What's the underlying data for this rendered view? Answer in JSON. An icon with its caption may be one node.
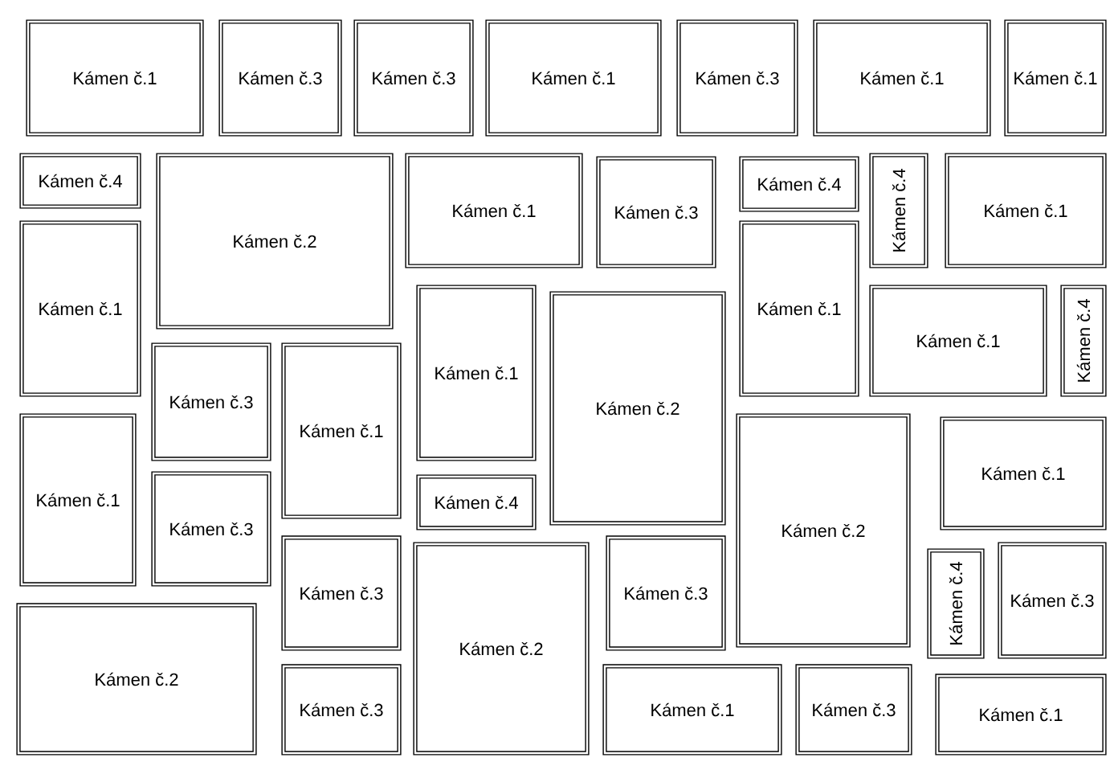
{
  "diagram": {
    "nodes": [
      {
        "text": [
          "Kámen č.1"
        ]
      },
      {
        "text": [
          "Kámen č.3"
        ]
      },
      {
        "text": [
          "Kámen č.3"
        ]
      },
      {
        "text": [
          "Kámen č.1"
        ]
      },
      {
        "text": [
          "Kámen č.3"
        ]
      },
      {
        "text": [
          "Kámen č.1"
        ]
      },
      {
        "text": [
          "Kámen č.1"
        ]
      },
      {
        "text": [
          "Kámen č.4"
        ]
      },
      {
        "text": [
          "Kámen č.2"
        ]
      },
      {
        "text": [
          "Kámen č.1"
        ]
      },
      {
        "text": [
          "Kámen č.3"
        ]
      },
      {
        "text": [
          "Kámen č.4"
        ]
      },
      {
        "text": [
          "Kámen č.4"
        ]
      },
      {
        "text": [
          "Kámen č.1"
        ]
      },
      {
        "text": [
          "Kámen č.1"
        ]
      },
      {
        "text": [
          "Kámen č.1"
        ]
      },
      {
        "text": [
          "Kámen č.1"
        ]
      },
      {
        "text": [
          "Kámen č.4"
        ]
      },
      {
        "text": [
          "Kámen č.3"
        ]
      },
      {
        "text": [
          "Kámen č.1"
        ]
      },
      {
        "text": [
          "Kámen č.1"
        ]
      },
      {
        "text": [
          "Kámen č.2"
        ]
      },
      {
        "text": [
          "Kámen č.1"
        ]
      },
      {
        "text": [
          "Kámen č.4"
        ]
      },
      {
        "text": [
          "Kámen č.3"
        ]
      },
      {
        "text": [
          "Kámen č.2"
        ]
      },
      {
        "text": [
          "Kámen č.1"
        ]
      },
      {
        "text": [
          "Kámen č.3"
        ]
      },
      {
        "text": [
          "Kámen č.3"
        ]
      },
      {
        "text": [
          "Kámen č.4"
        ]
      },
      {
        "text": [
          "Kámen č.3"
        ]
      },
      {
        "text": [
          "Kámen č.2"
        ]
      },
      {
        "text": [
          "Kámen č.2"
        ]
      },
      {
        "text": [
          "Kámen č.3"
        ]
      },
      {
        "text": [
          "Kámen č.1"
        ]
      },
      {
        "text": [
          "Kámen č.3"
        ]
      },
      {
        "text": [
          "Kámen č.1"
        ]
      }
    ]
  }
}
